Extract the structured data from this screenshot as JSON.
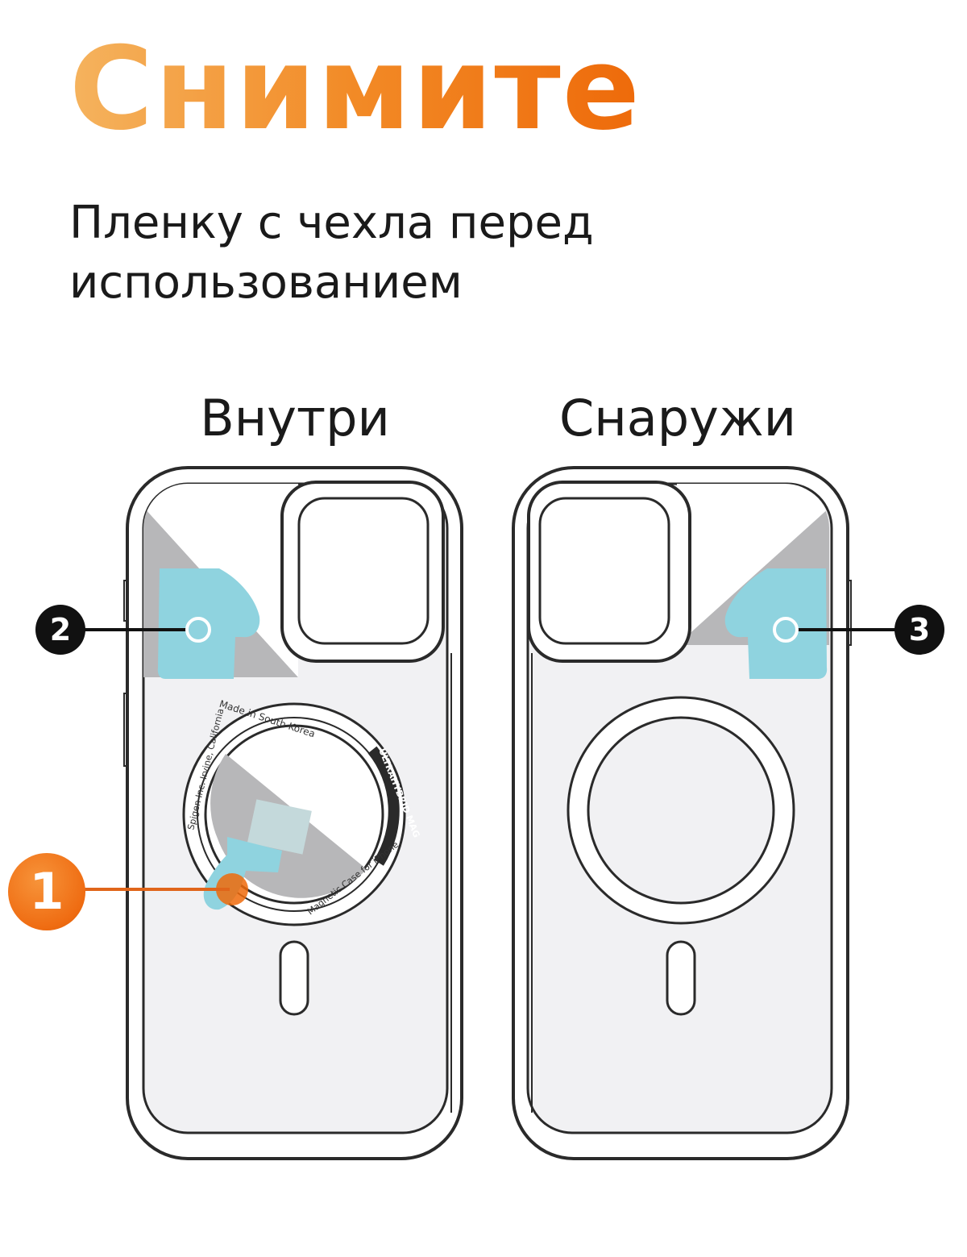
{
  "headline": "Снимите",
  "subtitle": {
    "line1": "Пленку с чехла перед",
    "line2": "использованием"
  },
  "labels": {
    "inside": "Внутри",
    "outside": "Снаружи"
  },
  "markers": {
    "one": "1",
    "two": "2",
    "three": "3"
  },
  "ring_text": {
    "top": "Made in South Korea",
    "right": "ULTRAHYBRID MAG",
    "left": "Spigen Inc. Irvine, California",
    "bottom": "Magnetic Case for iPhone"
  },
  "colors": {
    "accent_orange": "#f07a14",
    "film_blue": "#8fd3df",
    "film_gray": "#b7b7b9",
    "outline": "#2a2a2a",
    "marker_dark": "#111111"
  },
  "icons": {
    "inside_case": "phone-case-inside-icon",
    "outside_case": "phone-case-outside-icon"
  }
}
